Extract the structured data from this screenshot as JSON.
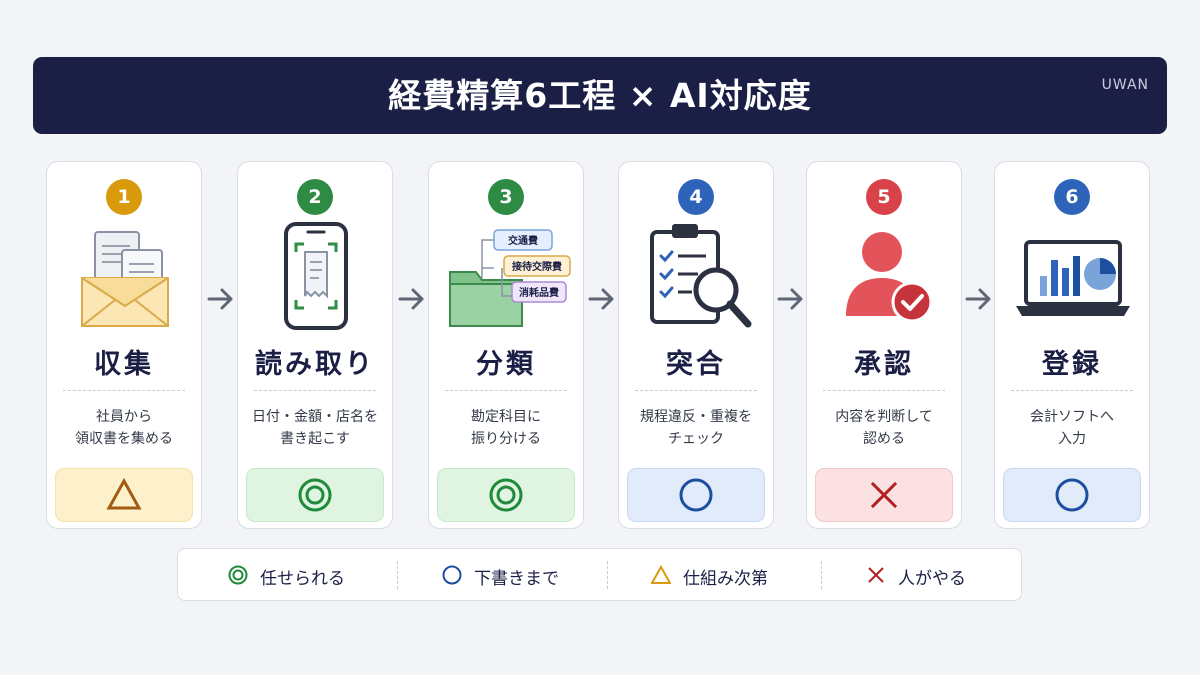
{
  "header": {
    "title": "経費精算6工程 × AI対応度",
    "brand": "UWAN"
  },
  "colors": {
    "navy": "#1b1f45",
    "double_circle": "#1f8a3a",
    "circle": "#1c4fa0",
    "triangle": "#a25b12",
    "cross": "#b32024"
  },
  "steps": [
    {
      "num": "1",
      "title": "収集",
      "desc": [
        "社員から",
        "領収書を集める"
      ],
      "rating": "triangle",
      "num_color": "#d99a0c",
      "icon": "envelope-documents-icon"
    },
    {
      "num": "2",
      "title": "読み取り",
      "desc": [
        "日付・金額・店名を",
        "書き起こす"
      ],
      "rating": "double-circle",
      "num_color": "#2e8b43",
      "icon": "smartphone-scan-icon"
    },
    {
      "num": "3",
      "title": "分類",
      "desc": [
        "勘定科目に",
        "振り分ける"
      ],
      "rating": "double-circle",
      "num_color": "#2e8b43",
      "icon": "folder-tags-icon",
      "tags": [
        "交通費",
        "接待交際費",
        "消耗品費"
      ]
    },
    {
      "num": "4",
      "title": "突合",
      "desc": [
        "規程違反・重複を",
        "チェック"
      ],
      "rating": "circle",
      "num_color": "#2d63b8",
      "icon": "clipboard-magnifier-icon"
    },
    {
      "num": "5",
      "title": "承認",
      "desc": [
        "内容を判断して",
        "認める"
      ],
      "rating": "cross",
      "num_color": "#d94249",
      "icon": "person-check-icon"
    },
    {
      "num": "6",
      "title": "登録",
      "desc": [
        "会計ソフトへ",
        "入力"
      ],
      "rating": "circle",
      "num_color": "#2d63b8",
      "icon": "laptop-chart-icon"
    }
  ],
  "legend": [
    {
      "symbol": "double-circle",
      "label": "任せられる"
    },
    {
      "symbol": "circle",
      "label": "下書きまで"
    },
    {
      "symbol": "triangle",
      "label": "仕組み次第"
    },
    {
      "symbol": "cross",
      "label": "人がやる"
    }
  ]
}
